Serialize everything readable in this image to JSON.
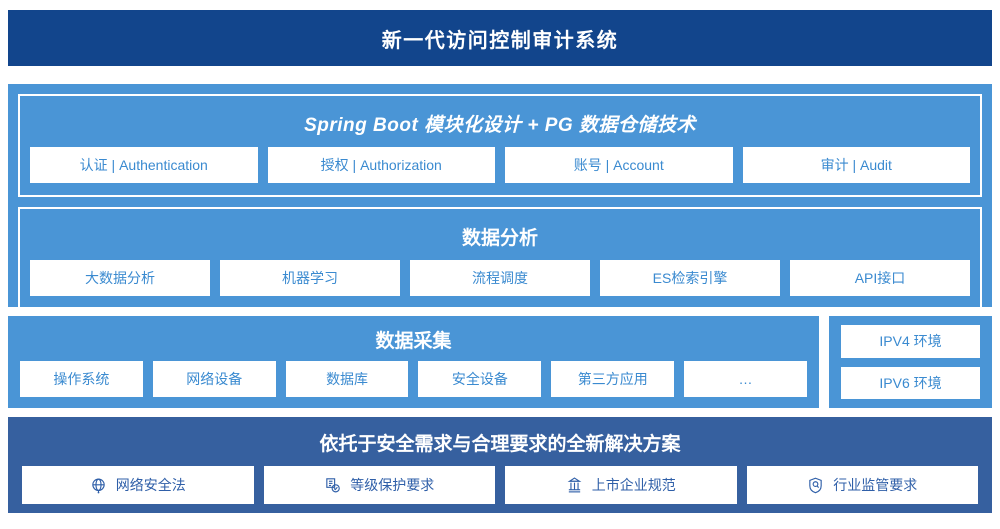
{
  "header": {
    "title": "新一代访问控制审计系统"
  },
  "platform": {
    "springboot": {
      "title": "Spring Boot 模块化设计 + PG 数据仓储技术",
      "chips": [
        {
          "label": "认证 | Authentication"
        },
        {
          "label": "授权 | Authorization"
        },
        {
          "label": "账号 | Account"
        },
        {
          "label": "审计 | Audit"
        }
      ]
    },
    "analysis": {
      "title": "数据分析",
      "chips": [
        {
          "label": "大数据分析"
        },
        {
          "label": "机器学习"
        },
        {
          "label": "流程调度"
        },
        {
          "label": "ES检索引擎"
        },
        {
          "label": "API接口"
        }
      ]
    }
  },
  "collection": {
    "title": "数据采集",
    "chips": [
      {
        "label": "操作系统"
      },
      {
        "label": "网络设备"
      },
      {
        "label": "数据库"
      },
      {
        "label": "安全设备"
      },
      {
        "label": "第三方应用"
      },
      {
        "label": "…"
      }
    ]
  },
  "ipv": {
    "chips": [
      {
        "label": "IPV4 环境"
      },
      {
        "label": "IPV6 环境"
      }
    ]
  },
  "solution": {
    "title": "依托于安全需求与合理要求的全新解决方案",
    "chips": [
      {
        "label": "网络安全法",
        "icon": "globe-icon"
      },
      {
        "label": "等级保护要求",
        "icon": "document-check-icon"
      },
      {
        "label": "上市企业规范",
        "icon": "bank-building-icon"
      },
      {
        "label": "行业监管要求",
        "icon": "shield-search-icon"
      }
    ]
  },
  "colors": {
    "header_bg": "#12458c",
    "platform_bg": "#4a95d6",
    "solution_bg": "#36609f",
    "chip_bg": "#ffffff",
    "chip_text": "#3a8ad0",
    "solution_chip_text": "#2f5fa8"
  }
}
